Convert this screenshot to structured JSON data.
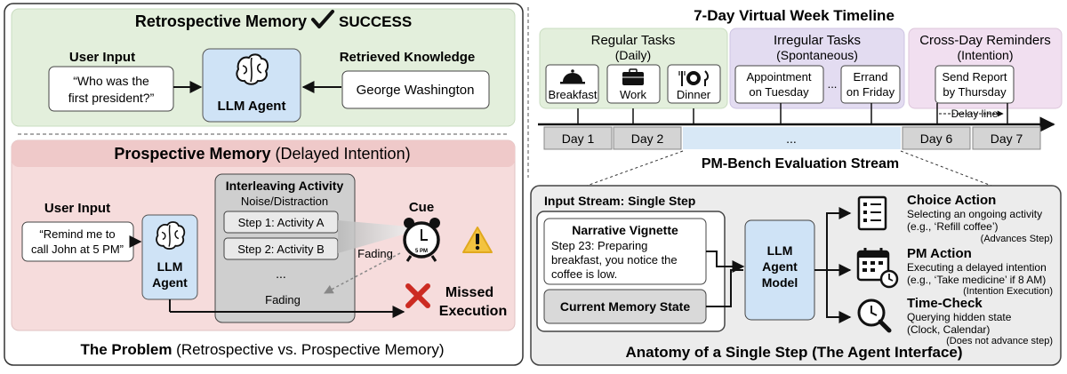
{
  "left": {
    "retro": {
      "title": "Retrospective Memory",
      "status": "SUCCESS",
      "user_input_label": "User Input",
      "question_line1": "“Who was the",
      "question_line2": "first president?”",
      "agent_label": "LLM Agent",
      "retrieved_label": "Retrieved Knowledge",
      "answer": "George Washington"
    },
    "pro": {
      "title_bold": "Prospective Memory",
      "title_rest": " (Delayed Intention)",
      "user_input_label": "User Input",
      "request_line1": "“Remind me to",
      "request_line2": "call John at 5 PM”",
      "agent_line1": "LLM",
      "agent_line2": "Agent",
      "activity_title": "Interleaving Activity",
      "activity_subtitle": "Noise/Distraction",
      "step1": "Step 1: Activity A",
      "step2": "Step 2: Activity B",
      "ellipsis": "...",
      "fading1": "Fading",
      "fading2": "Fading",
      "cue_label": "Cue",
      "clock_text": "5 PM",
      "missed_line1": "Missed",
      "missed_line2": "Execution"
    },
    "caption_bold": "The Problem",
    "caption_rest": " (Retrospective vs. Prospective Memory)"
  },
  "timeline": {
    "title": "7-Day Virtual Week Timeline",
    "regular": {
      "title": "Regular Tasks",
      "subtitle": "(Daily)",
      "items": [
        "Breakfast",
        "Work",
        "Dinner"
      ]
    },
    "irregular": {
      "title": "Irregular Tasks",
      "subtitle": "(Spontaneous)",
      "item1_line1": "Appointment",
      "item1_line2": "on Tuesday",
      "dots": "...",
      "item2_line1": "Errand",
      "item2_line2": "on Friday"
    },
    "cross": {
      "title": "Cross-Day Reminders",
      "subtitle": "(Intention)",
      "item_line1": "Send Report",
      "item_line2": "by Thursday"
    },
    "delay_line": "Delay line",
    "days": [
      "Day 1",
      "Day 2",
      "...",
      "Day 6",
      "Day 7"
    ],
    "stream_label": "PM-Bench Evaluation Stream"
  },
  "anatomy": {
    "input_stream_label": "Input Stream: Single Step",
    "vignette_title": "Narrative Vignette",
    "vignette_lines": [
      "Step 23: Preparing",
      "breakfast, you notice the",
      "coffee is low."
    ],
    "memory_state": "Current Memory State",
    "model_lines": [
      "LLM",
      "Agent",
      "Model"
    ],
    "actions": [
      {
        "title": "Choice Action",
        "lines": [
          "Selecting an ongoing activity",
          "(e.g., ‘Refill coffee’)"
        ],
        "note": "(Advances Step)"
      },
      {
        "title": "PM Action",
        "lines": [
          "Executing a delayed intention",
          "(e.g., ‘Take medicine’ if 8 AM)"
        ],
        "note": "(Intention Execution)"
      },
      {
        "title": "Time-Check",
        "lines": [
          "Querying hidden state",
          "(Clock, Calendar)"
        ],
        "note": "(Does not advance step)"
      }
    ],
    "caption": "Anatomy of a Single Step (The Agent Interface)"
  },
  "colors": {
    "green_panel": "#e3efdc",
    "red_panel": "#f6dcdc",
    "agent_blue": "#cfe3f6",
    "irregular_purple": "#e3dcf1",
    "cross_pink": "#f1dff0",
    "missed_red": "#cc2b22",
    "warning_yellow": "#f3c340"
  },
  "icons": [
    "check-icon",
    "brain-icon",
    "cloche-icon",
    "briefcase-icon",
    "dinner-icon",
    "alarm-clock-icon",
    "warning-icon",
    "cross-icon",
    "checklist-icon",
    "calendar-clock-icon",
    "magnifier-clock-icon"
  ]
}
